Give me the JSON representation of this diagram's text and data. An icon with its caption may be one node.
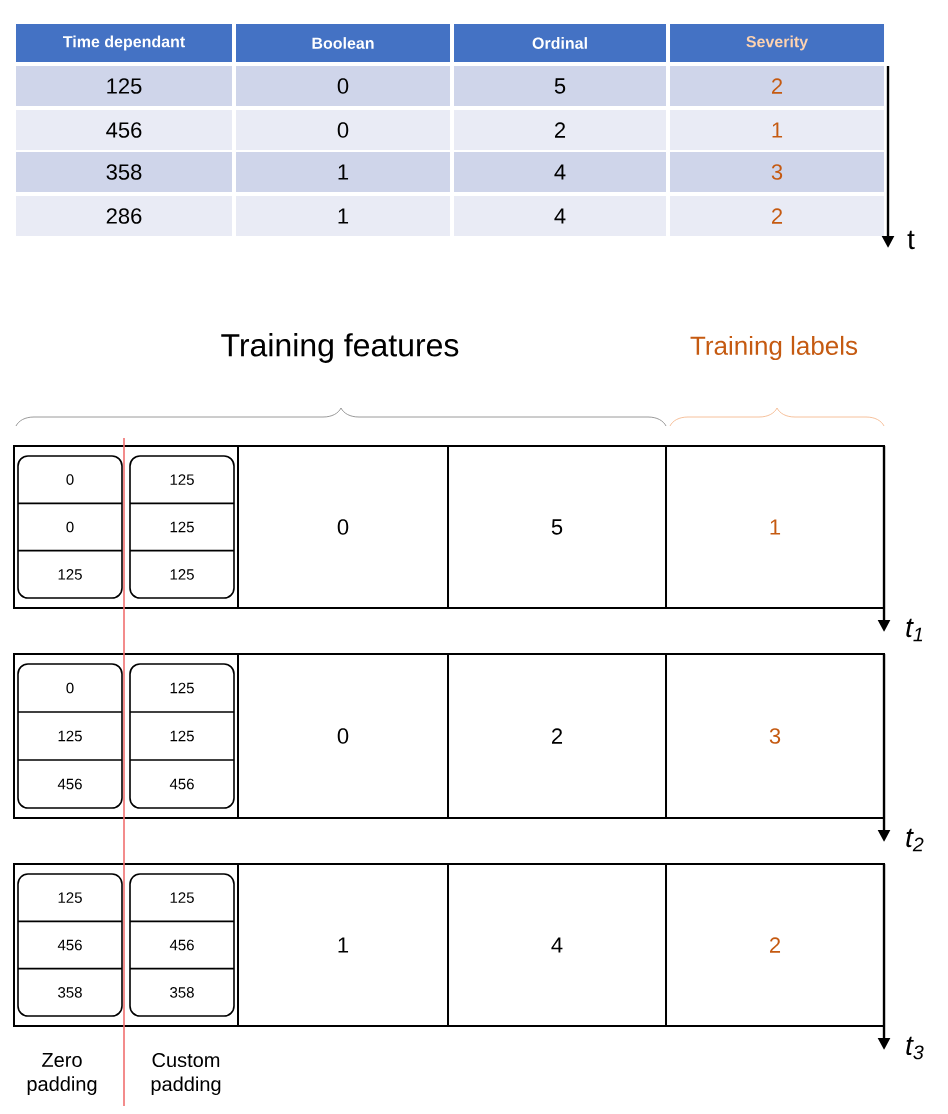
{
  "diagram": {
    "nodes": [
      {
        "text": [],
        "shape": "box"
      },
      {
        "text": [
          "0",
          "0",
          "125"
        ],
        "in": 0
      },
      {
        "text": [
          "125",
          "125",
          "125"
        ],
        "in": 0
      },
      {
        "text": [
          "0"
        ]
      },
      {
        "text": [
          "5"
        ]
      },
      {
        "text": [
          "1"
        ]
      },
      {
        "text": [],
        "shape": "box"
      },
      {
        "text": [
          "0",
          "125",
          "456"
        ],
        "in": 6
      },
      {
        "text": [
          "125",
          "125",
          "456"
        ],
        "in": 6
      },
      {
        "text": [
          "0"
        ]
      },
      {
        "text": [
          "2"
        ]
      },
      {
        "text": [
          "3"
        ]
      },
      {
        "text": [],
        "shape": "box"
      },
      {
        "text": [
          "125",
          "456",
          "358"
        ],
        "in": 12
      },
      {
        "text": [
          "125",
          "456",
          "358"
        ],
        "in": 12
      },
      {
        "text": [
          "1"
        ]
      },
      {
        "text": [
          "4"
        ]
      },
      {
        "text": [
          "2"
        ]
      }
    ],
    "labels": [
      "Time dependant",
      "Boolean",
      "Ordinal",
      "Severity",
      "125",
      "0",
      "5",
      "2",
      "456",
      "0",
      "2",
      "1",
      "358",
      "1",
      "4",
      "3",
      "286",
      "1",
      "4",
      "2",
      "t",
      "Training features",
      "Training labels",
      "t$_{1}$",
      "t$_{2}$",
      "t$_{3}$",
      "Zero padding",
      "Custom padding"
    ]
  }
}
